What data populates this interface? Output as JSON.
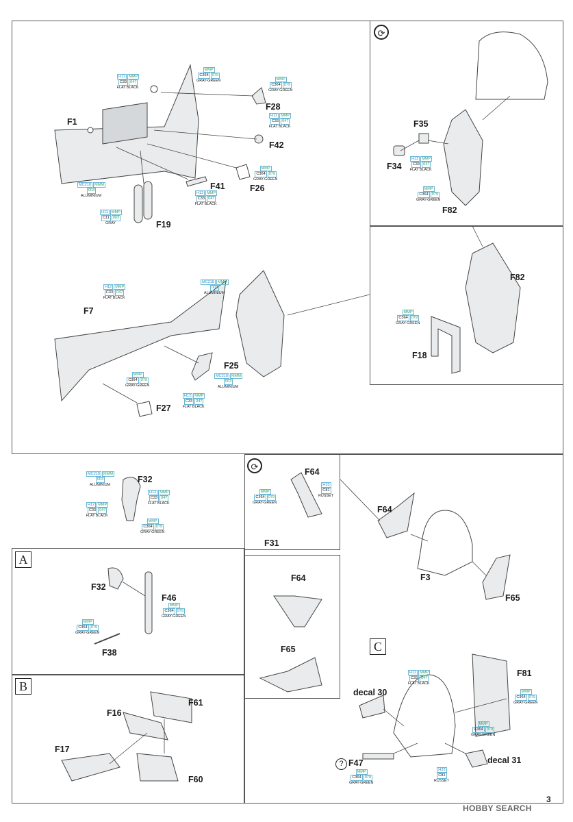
{
  "page": {
    "number": "3",
    "watermark": "HOBBY SEARCH"
  },
  "header": {
    "faint_title": ""
  },
  "section_labels": {
    "A": "A",
    "B": "B",
    "C": "C"
  },
  "rotate_icon": "rotate-arrows-icon",
  "help_icon": "?",
  "parts": {
    "F1": "F1",
    "F28": "F28",
    "F42": "F42",
    "F41": "F41",
    "F26": "F26",
    "F19": "F19",
    "F35": "F35",
    "F34": "F34",
    "F82a": "F82",
    "F82b": "F82",
    "F18": "F18",
    "F7": "F7",
    "F25": "F25",
    "F27": "F27",
    "F32a": "F32",
    "F64a": "F64",
    "F31": "F31",
    "F64b": "F64",
    "F3": "F3",
    "F65a": "F65",
    "F32b": "F32",
    "F46": "F46",
    "F38": "F38",
    "F64c": "F64",
    "F65b": "F65",
    "F81": "F81",
    "decal30": "decal 30",
    "decal31": "decal 31",
    "F47": "F47",
    "F16": "F16",
    "F61": "F61",
    "F17": "F17",
    "F60": "F60"
  },
  "paints": {
    "p1": {
      "c1": "H12",
      "c2": "MMP",
      "c3": "C33",
      "c4": "047",
      "name": "FLAT BLACK"
    },
    "p2": {
      "c1": "",
      "c2": "MMP",
      "c3": "C364",
      "c4": "079",
      "name": "GRAY-GREEN"
    },
    "p3": {
      "c1": "",
      "c2": "MMP",
      "c3": "C364",
      "c4": "079",
      "name": "GRAY-GREEN"
    },
    "p4": {
      "c1": "H12",
      "c2": "MMP",
      "c3": "C33",
      "c4": "047",
      "name": "FLAT BLACK"
    },
    "p5": {
      "c1": "",
      "c2": "MMP",
      "c3": "C364",
      "c4": "079",
      "name": "GRAY-GREEN"
    },
    "p6": {
      "c1": "H12",
      "c2": "MMP",
      "c3": "C33",
      "c4": "047",
      "name": "FLAT BLACK"
    },
    "p7": {
      "c1": "MC218",
      "c2": "MMM",
      "c3": "",
      "c4": "003",
      "name": "ALUMINIUM"
    },
    "p8": {
      "c1": "H11",
      "c2": "MMP",
      "c3": "C11",
      "c4": "003",
      "name": "GRAY"
    },
    "p9": {
      "c1": "H12",
      "c2": "MMP",
      "c3": "C33",
      "c4": "047",
      "name": "FLAT BLACK"
    },
    "p10": {
      "c1": "",
      "c2": "MMP",
      "c3": "C364",
      "c4": "079",
      "name": "GRAY-GREEN"
    },
    "p11": {
      "c1": "H12",
      "c2": "MMP",
      "c3": "C33",
      "c4": "047",
      "name": "FLAT BLACK"
    },
    "p12": {
      "c1": "MC218",
      "c2": "MMM",
      "c3": "",
      "c4": "003",
      "name": "ALUMINIUM"
    },
    "p13": {
      "c1": "",
      "c2": "MMP",
      "c3": "C364",
      "c4": "079",
      "name": "GRAY-GREEN"
    },
    "p14": {
      "c1": "MC218",
      "c2": "MMM",
      "c3": "",
      "c4": "003",
      "name": "ALUMINIUM"
    },
    "p15": {
      "c1": "H12",
      "c2": "MMP",
      "c3": "C33",
      "c4": "047",
      "name": "FLAT BLACK"
    },
    "p16": {
      "c1": "",
      "c2": "MMP",
      "c3": "C364",
      "c4": "079",
      "name": "GRAY-GREEN"
    },
    "p17": {
      "c1": "MC218",
      "c2": "MMM",
      "c3": "",
      "c4": "003",
      "name": "ALUMINIUM"
    },
    "p18": {
      "c1": "H12",
      "c2": "MMP",
      "c3": "C33",
      "c4": "047",
      "name": "FLAT BLACK"
    },
    "p19": {
      "c1": "H12",
      "c2": "MMP",
      "c3": "C33",
      "c4": "047",
      "name": "FLAT BLACK"
    },
    "p20": {
      "c1": "",
      "c2": "MMP",
      "c3": "C364",
      "c4": "079",
      "name": "GRAY-GREEN"
    },
    "p21": {
      "c1": "",
      "c2": "MMP",
      "c3": "C364",
      "c4": "079",
      "name": "GRAY-GREEN"
    },
    "p22": {
      "c1": "H33",
      "c2": "",
      "c3": "C81",
      "c4": "",
      "name": "RUSSET"
    },
    "p23": {
      "c1": "",
      "c2": "MMP",
      "c3": "C364",
      "c4": "079",
      "name": "GRAY-GREEN"
    },
    "p24": {
      "c1": "",
      "c2": "MMP",
      "c3": "C364",
      "c4": "079",
      "name": "GRAY-GREEN"
    },
    "p25": {
      "c1": "H12",
      "c2": "MMP",
      "c3": "C33",
      "c4": "047",
      "name": "FLAT BLACK"
    },
    "p26": {
      "c1": "",
      "c2": "MMP",
      "c3": "C364",
      "c4": "079",
      "name": "GRAY-GREEN"
    },
    "p27": {
      "c1": "",
      "c2": "MMP",
      "c3": "C364",
      "c4": "079",
      "name": "GRAY-GREEN"
    },
    "p28": {
      "c1": "H33",
      "c2": "",
      "c3": "C81",
      "c4": "",
      "name": "RUSSET"
    },
    "p29": {
      "c1": "",
      "c2": "MMP",
      "c3": "C364",
      "c4": "079",
      "name": "GRAY-GREEN"
    }
  },
  "colors": {
    "line": "#444444",
    "fill": "#e4e6e8",
    "code_border": "#6ab7d8",
    "code_blue": "#2b8fc4",
    "code_green": "#2e9f68"
  }
}
